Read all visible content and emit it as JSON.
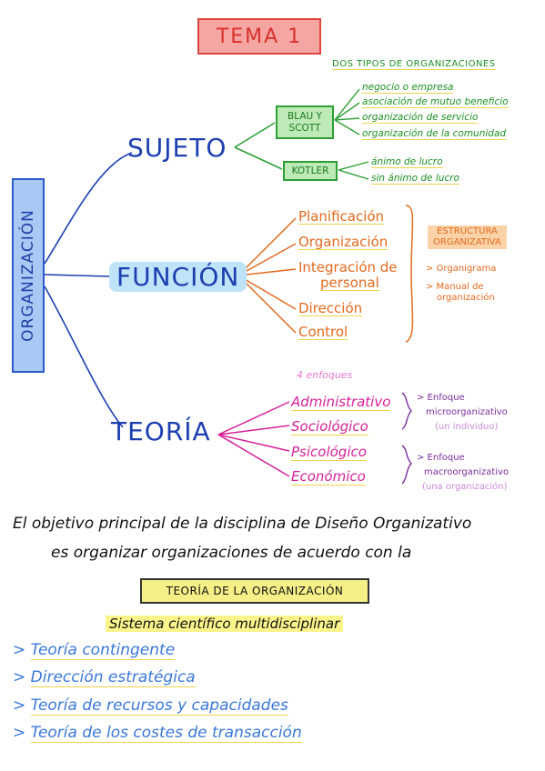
{
  "title": "TEMA 1",
  "root": "ORGANIZACIÓN",
  "sujeto": {
    "label": "SUJETO",
    "heading": "DOS TIPOS DE ORGANIZACIONES",
    "blau_scott": {
      "label": "BLAU Y SCOTT",
      "items": [
        "negocio o empresa",
        "asociación de mutuo beneficio",
        "organización de servicio",
        "organización de la comunidad"
      ]
    },
    "kotler": {
      "label": "KOTLER",
      "items": [
        "ánimo de lucro",
        "sin ánimo de lucro"
      ]
    }
  },
  "funcion": {
    "label": "FUNCIÓN",
    "items": [
      "Planificación",
      "Organización",
      "Integración de",
      "personal",
      "Dirección",
      "Control"
    ],
    "estructura": [
      "ESTRUCTURA",
      "ORGANIZATIVA"
    ],
    "notes": [
      "> Organigrama",
      "> Manual de",
      "organización"
    ]
  },
  "teoria": {
    "label": "TEORÍA",
    "heading": "4 enfoques",
    "items": [
      "Administrativo",
      "Sociológico",
      "Psicológico",
      "Económico"
    ],
    "micro": {
      "line1": "> Enfoque",
      "line2": "microorganizativo",
      "line3": "(un individuo)"
    },
    "macro": {
      "line1": "> Enfoque",
      "line2": "macroorganizativo",
      "line3": "(una organización)"
    }
  },
  "paragraph": {
    "line1": "El objetivo principal de la disciplina de Diseño Organizativo",
    "line2": "es organizar organizaciones de acuerdo con la"
  },
  "teoria_box": "TEORÍA DE LA ORGANIZACIÓN",
  "sistema": "Sistema científico multidisciplinar",
  "list": [
    "Teoría contingente",
    "Dirección estratégica",
    "Teoría de recursos y capacidades",
    "Teoría de los costes de transacción"
  ],
  "colors": {
    "blue": "#1c3fb0",
    "green": "#1d8f24",
    "orange": "#e26a1e",
    "magenta": "#d4209a",
    "red": "#d8312b",
    "yellow": "#f4ef86"
  }
}
